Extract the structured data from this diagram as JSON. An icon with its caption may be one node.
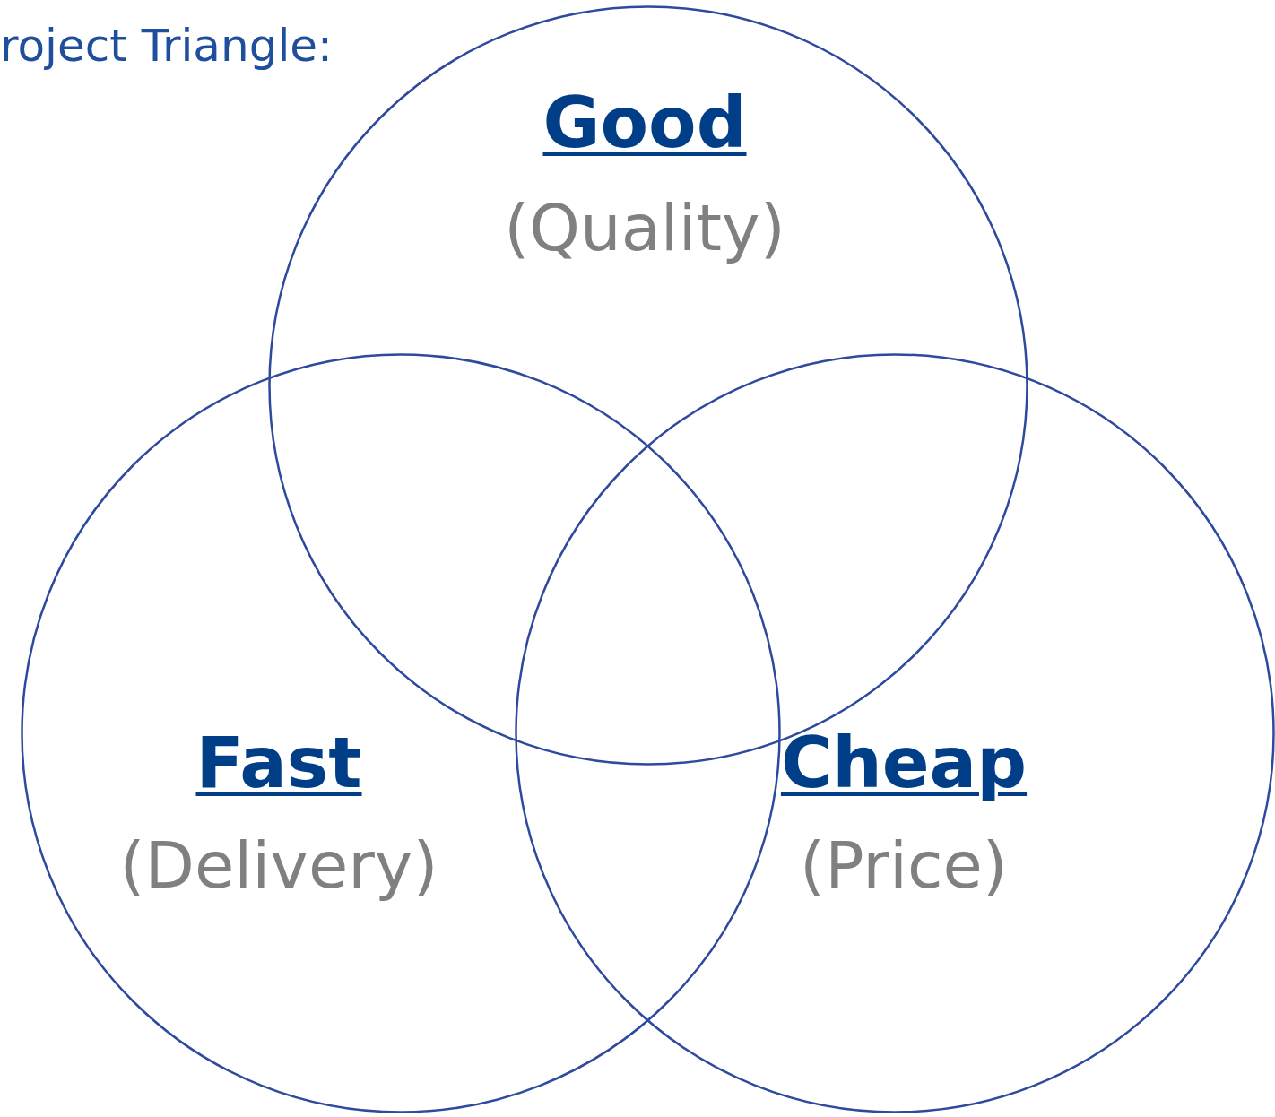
{
  "diagram": {
    "title": "roject Triangle:",
    "nodes": [
      {
        "text": [
          "Good",
          "(Quality)"
        ]
      },
      {
        "text": [
          "Fast",
          "(Delivery)"
        ]
      },
      {
        "text": [
          "Cheap",
          "(Price)"
        ]
      }
    ],
    "edges": []
  }
}
